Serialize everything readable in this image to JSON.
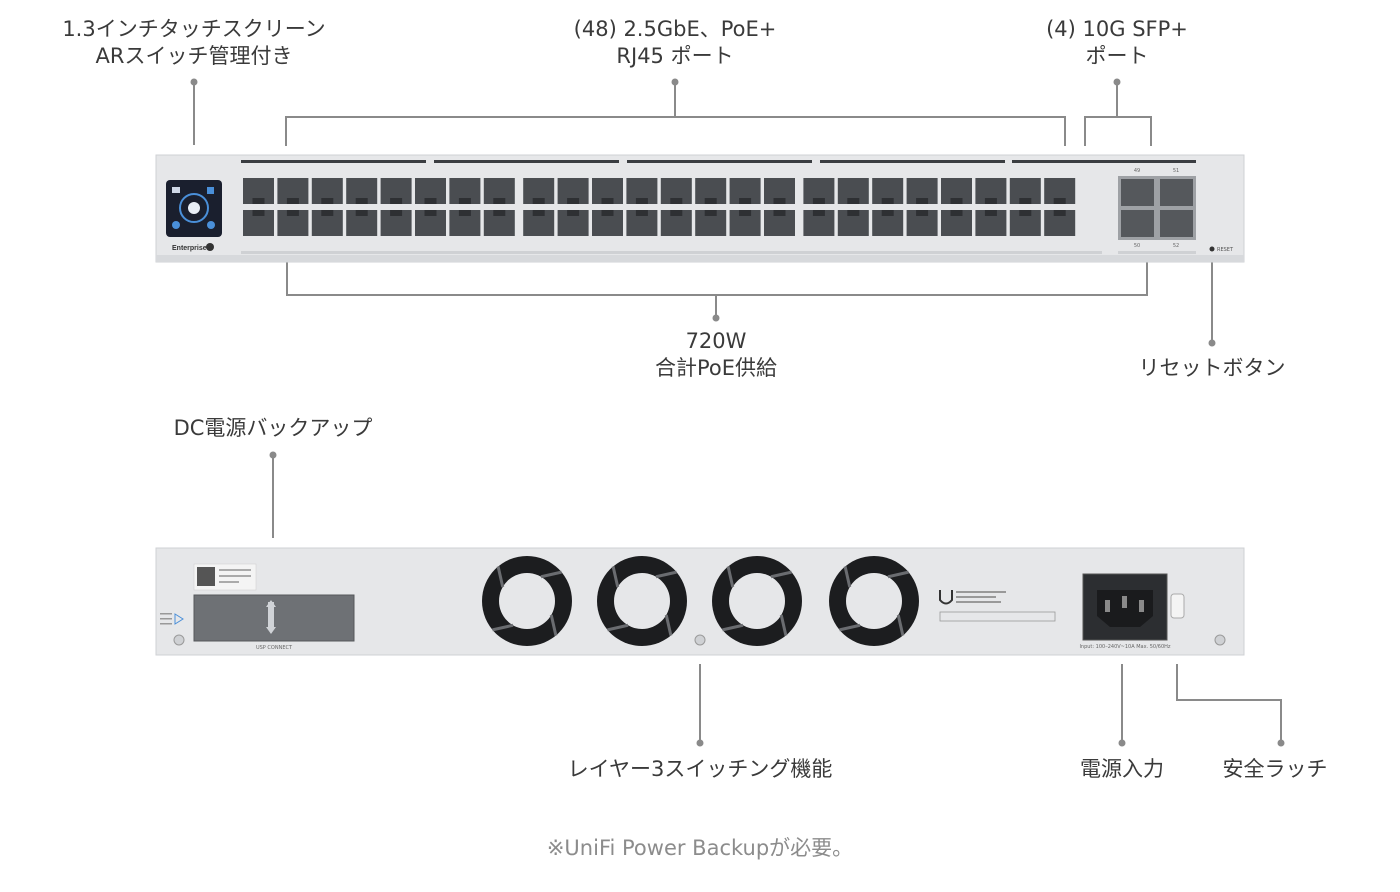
{
  "callouts": {
    "touchscreen": {
      "line1": "1.3インチタッチスクリーン",
      "line2": "ARスイッチ管理付き"
    },
    "rj45": {
      "line1": "(48) 2.5GbE、PoE+",
      "line2": "RJ45 ポート"
    },
    "sfp": {
      "line1": "(4) 10G SFP+",
      "line2": "ポート"
    },
    "poe": {
      "line1": "720W",
      "line2": "合計PoE供給"
    },
    "reset": {
      "line1": "リセットボタン"
    },
    "dc_backup": {
      "line1": "DC電源バックアップ"
    },
    "layer3": {
      "line1": "レイヤー3スイッチング機能"
    },
    "power_input": {
      "line1": "電源入力"
    },
    "safety_latch": {
      "line1": "安全ラッチ"
    }
  },
  "footnote": "※UniFi Power Backupが必要。",
  "device": {
    "brand_label": "Enterprise",
    "reset_label": "RESET",
    "usp_connect_label": "USP CONNECT",
    "power_spec_label": "Input: 100–240V~10A Max. 50/60Hz",
    "sfp_port_numbers_top": [
      "49",
      "51"
    ],
    "sfp_port_numbers_bottom": [
      "50",
      "52"
    ]
  },
  "colors": {
    "chassis": "#e6e7e9",
    "chassis_edge": "#cfd1d4",
    "port_dark": "#4a4d51",
    "leader_line": "#8a8a8a",
    "screen_bg": "#1a1f2e",
    "screen_ring": "#4a8fd9"
  }
}
